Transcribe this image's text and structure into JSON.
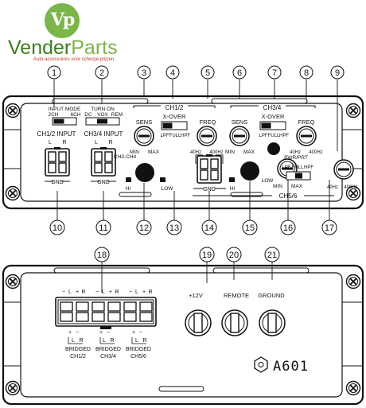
{
  "brand": {
    "name_part1": "Vender",
    "name_part2": "Parts",
    "monogram": "Vp",
    "tagline": "Auto accessoires voor scherpe prijzen"
  },
  "front_panel": {
    "callouts": [
      "1",
      "2",
      "3",
      "4",
      "5",
      "6",
      "7",
      "8",
      "9",
      "10",
      "11",
      "12",
      "13",
      "14",
      "15",
      "16",
      "17"
    ],
    "input_mode": {
      "title": "INPUT MODE",
      "opt1": "2CH",
      "opt2": "6CH"
    },
    "turn_on": {
      "title": "TURN ON",
      "opt1": "DC",
      "opt2": "VOX",
      "opt3": "REM"
    },
    "ch12_input": "CH1/2 INPUT",
    "ch34_input": "CH3/4 INPUT",
    "gnd": "GND",
    "input_l": "L",
    "input_r": "R",
    "ch12_group": "CH1/2",
    "ch34_group": "CH3/4",
    "ch56_group": "CH5/6",
    "sens": "SENS",
    "min": "MIN",
    "max": "MAX",
    "xover": "X-OVER",
    "lpf": "LPF",
    "full": "FULL",
    "hpf": "HPF",
    "freq": "FREQ",
    "hz40": "40Hz",
    "hz400": "400Hz",
    "ch3_ch4": "CH3-CH4",
    "hi": "HI",
    "low": "LOW",
    "pwr_prt": "PWR/PRT"
  },
  "rear_panel": {
    "callouts": [
      "18",
      "19",
      "20",
      "21"
    ],
    "plus12v": "+12V",
    "remote": "REMOTE",
    "ground": "GROUND",
    "speaker_minus": "−",
    "speaker_plus": "+",
    "speaker_l": "L",
    "speaker_r": "R",
    "bridged": "BRIDGED",
    "bridged_ch12": "CH1/2",
    "bridged_ch34": "CH3/4",
    "bridged_ch56": "CH5/6",
    "model": "A601"
  }
}
